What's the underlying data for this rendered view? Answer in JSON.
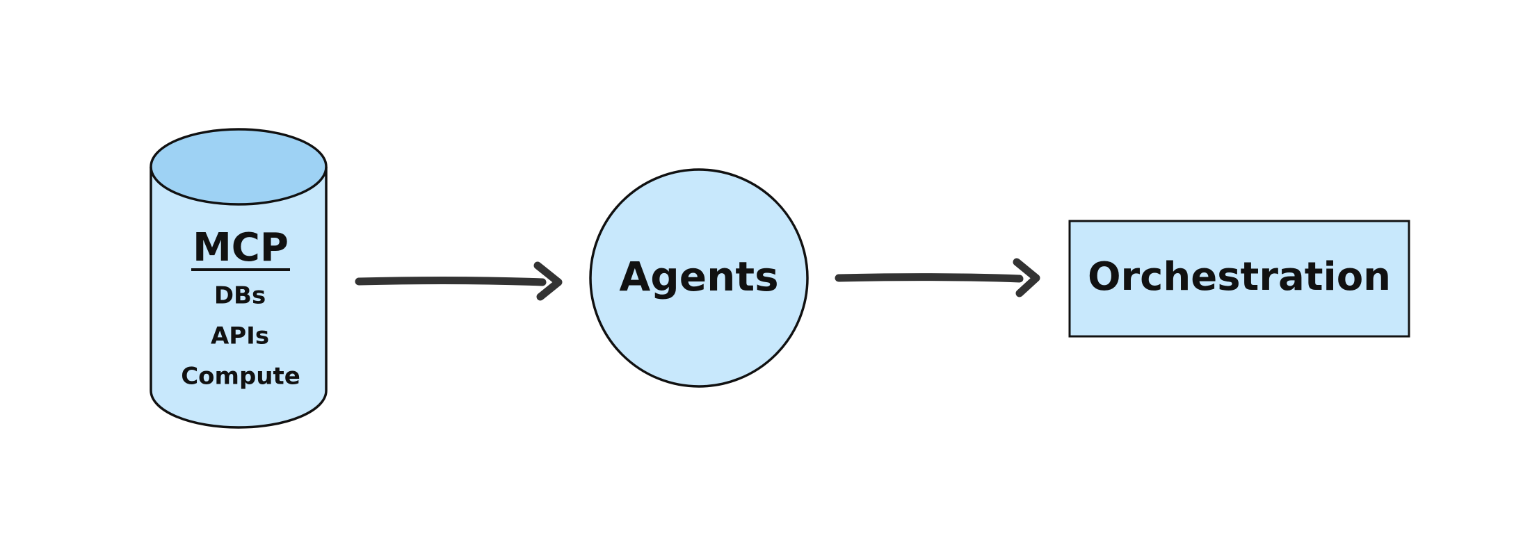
{
  "diagram": {
    "source": {
      "title": "MCP",
      "items": [
        "DBs",
        "APIs",
        "Compute"
      ]
    },
    "middle": {
      "label": "Agents"
    },
    "target": {
      "label": "Orchestration"
    }
  },
  "colors": {
    "fill": "#c8e8fc",
    "cylinder_top": "#9ed2f4",
    "stroke": "#111111",
    "arrow": "#333333"
  }
}
